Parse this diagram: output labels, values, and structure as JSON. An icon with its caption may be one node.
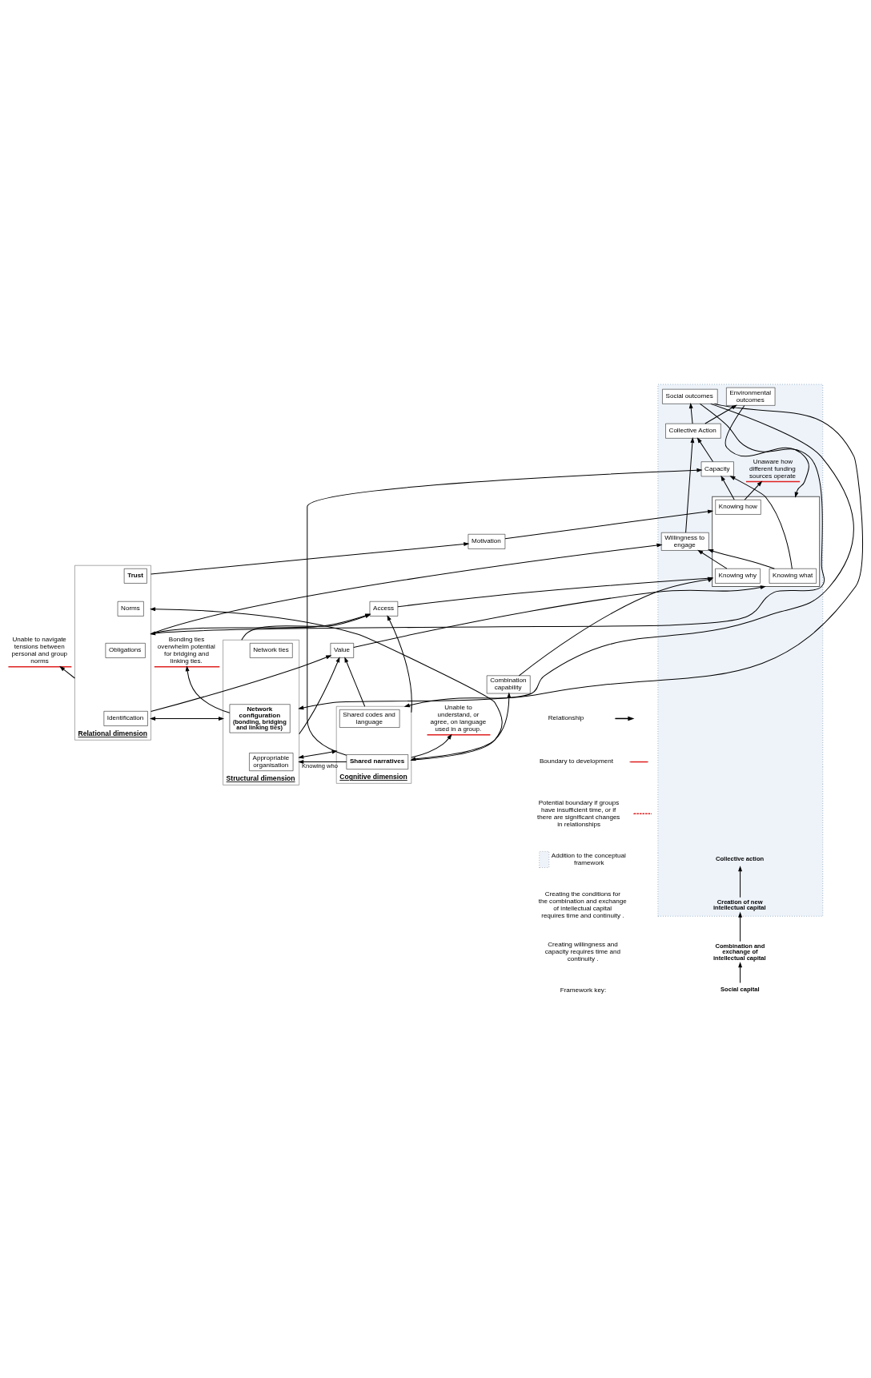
{
  "diagram": {
    "nodes": [
      {
        "text": [
          "Relational dimension"
        ]
      },
      {
        "text": [
          "Trust"
        ],
        "in": 0
      },
      {
        "text": [
          "Norms"
        ],
        "in": 0
      },
      {
        "text": [
          "Obligations"
        ],
        "in": 0
      },
      {
        "text": [
          "Identification"
        ],
        "in": 0
      },
      {
        "text": [
          "Structural dimension"
        ]
      },
      {
        "text": [
          "Network ties"
        ],
        "in": 5
      },
      {
        "text": [
          "Network configuration",
          "(bonding, bridging and linking ties)"
        ],
        "in": 5
      },
      {
        "text": [
          "Appropriable organisation"
        ],
        "in": 5
      },
      {
        "text": [
          "Cognitive dimension"
        ]
      },
      {
        "text": [
          "Shared codes and language"
        ],
        "in": 9
      },
      {
        "text": [
          "Shared narratives"
        ],
        "in": 9
      },
      {
        "text": [
          "Access"
        ]
      },
      {
        "text": [
          "Value"
        ]
      },
      {
        "text": [
          "Motivation"
        ]
      },
      {
        "text": [
          "Combination capability"
        ]
      },
      {
        "text": [],
        "shape": "box"
      },
      {
        "text": [],
        "shape": "box",
        "in": 16
      },
      {
        "text": [
          "Knowing why"
        ],
        "in": 17
      },
      {
        "text": [
          "Knowing what"
        ],
        "in": 17
      },
      {
        "text": [
          "Knowing how"
        ],
        "in": 17
      },
      {
        "text": [
          "Willingness to engage"
        ],
        "in": 16
      },
      {
        "text": [
          "Collective Action"
        ],
        "in": 16
      },
      {
        "text": [
          "Capacity"
        ],
        "in": 16
      },
      {
        "text": [
          "Social outcomes"
        ],
        "in": 16
      },
      {
        "text": [
          "Environmental outcomes"
        ],
        "in": 16
      },
      {
        "text": [
          "Unable to navigate tensions between personal and group norms"
        ]
      },
      {
        "text": [
          "Bonding ties overwhelm potential for bridging and linking ties."
        ]
      },
      {
        "text": [
          "Unable to understand, or agree, on language used in a group."
        ]
      },
      {
        "text": [
          "Unaware how different funding sources operate"
        ],
        "in": 16
      },
      {
        "text": [
          "Social capital"
        ]
      },
      {
        "text": [
          "Combination and exchange of intellectual capital"
        ]
      },
      {
        "text": [
          "Creation of new intellectual capital"
        ],
        "in": 16
      },
      {
        "text": [
          "Collective action"
        ],
        "in": 16
      }
    ],
    "edges": [
      {
        "from": 30,
        "to": 31,
        "arrow": "to"
      },
      {
        "from": 31,
        "to": 32,
        "arrow": "to"
      },
      {
        "from": 32,
        "to": 33,
        "arrow": "to"
      },
      {
        "from": 0,
        "to": 26,
        "arrow": "to"
      },
      {
        "from": 7,
        "to": 27,
        "arrow": "to"
      },
      {
        "from": 9,
        "to": 28,
        "arrow": "to"
      },
      {
        "from": 20,
        "to": 29,
        "arrow": "to"
      },
      {
        "from": 0,
        "to": 5,
        "arrow": "both"
      },
      {
        "from": 9,
        "to": 5,
        "arrow": "both"
      },
      {
        "from": 0,
        "to": 9,
        "arrow": "both"
      },
      {
        "from": 0,
        "to": 12,
        "arrow": "to"
      },
      {
        "from": 0,
        "to": 13,
        "arrow": "to"
      },
      {
        "from": 0,
        "to": 14,
        "arrow": "to"
      },
      {
        "from": 5,
        "to": 12,
        "arrow": "to"
      },
      {
        "from": 5,
        "to": 13,
        "arrow": "to"
      },
      {
        "from": 9,
        "to": 12,
        "arrow": "to"
      },
      {
        "from": 9,
        "to": 13,
        "arrow": "to"
      },
      {
        "from": 9,
        "to": 15,
        "arrow": "to"
      },
      {
        "from": 12,
        "to": 17,
        "arrow": "to"
      },
      {
        "from": 13,
        "to": 17,
        "arrow": "to"
      },
      {
        "from": 14,
        "to": 17,
        "arrow": "to"
      },
      {
        "from": 15,
        "to": 17,
        "arrow": "to"
      },
      {
        "from": 18,
        "to": 21,
        "arrow": "to"
      },
      {
        "from": 19,
        "to": 21,
        "arrow": "to"
      },
      {
        "from": 19,
        "to": 23,
        "arrow": "to"
      },
      {
        "from": 20,
        "to": 23,
        "arrow": "to"
      },
      {
        "from": 21,
        "to": 22,
        "arrow": "to"
      },
      {
        "from": 23,
        "to": 22,
        "arrow": "to"
      },
      {
        "from": 22,
        "to": 24,
        "arrow": "to"
      },
      {
        "from": 22,
        "to": 25,
        "arrow": "to"
      },
      {
        "from": 24,
        "to": 0,
        "arrow": "to"
      },
      {
        "from": 24,
        "to": 5,
        "arrow": "to"
      },
      {
        "from": 24,
        "to": 9,
        "arrow": "to"
      },
      {
        "from": 25,
        "to": 17,
        "arrow": "to"
      },
      {
        "from": 0,
        "to": 21,
        "arrow": "to"
      },
      {
        "from": 11,
        "to": 5,
        "arrow": "to",
        "label": "Knowing who"
      },
      {
        "from": 11,
        "to": 23,
        "arrow": "to"
      }
    ],
    "labels": [
      "Creating the conditions for the combination and exchange of intellectual capital requires time and continuity .",
      "Creating willingness and capacity requires time and continuity .",
      "Framework key:"
    ],
    "legend": [
      {
        "text": "Relationship"
      },
      {
        "text": "Boundary to development"
      },
      {
        "text": "Potential boundary if groups have insufficient time, or if there are significant changes in relationships"
      },
      {
        "text": "Addition to the conceptual framework",
        "color": "#eef3fa"
      }
    ]
  }
}
